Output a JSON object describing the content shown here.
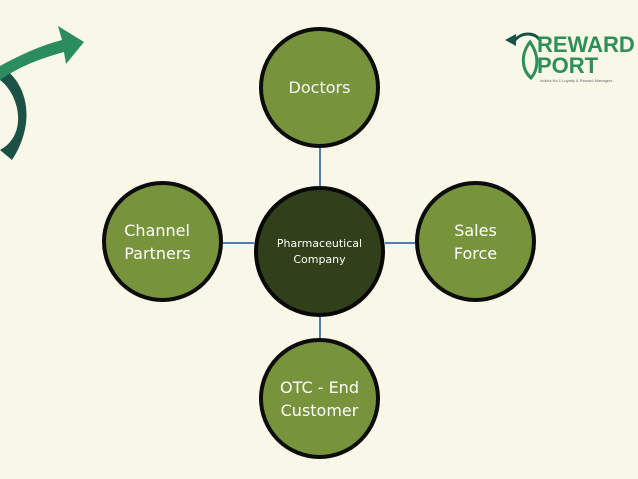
{
  "diagram": {
    "center": {
      "label": "Pharmaceutical\nCompany"
    },
    "nodes": [
      {
        "id": "doctors",
        "label": "Doctors"
      },
      {
        "id": "channel",
        "label": "Channel\nPartners"
      },
      {
        "id": "sales",
        "label": "Sales\nForce"
      },
      {
        "id": "otc",
        "label": "OTC - End\nCustomer"
      }
    ]
  },
  "logo": {
    "word_1": "REWARD",
    "word_2": "PORT",
    "tagline": "India's No.1 Loyalty & Reward Managers"
  },
  "colors": {
    "background": "#f8f7e8",
    "node_fill": "#77933c",
    "center_fill": "#31401b",
    "border": "#0c0c0c",
    "connector": "#4f7fb3",
    "arrow": "#2b8c5f",
    "arrow_dark": "#1b5245"
  }
}
